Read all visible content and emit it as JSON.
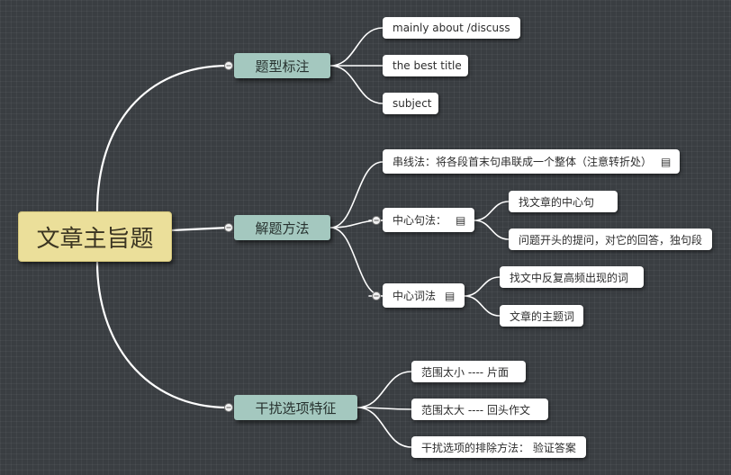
{
  "colors": {
    "background": "#3a3e42",
    "edge": "#ffffff",
    "root_fill": "#ebdf9a",
    "main_fill": "#a4c8bf",
    "sub_fill": "#ffffff"
  },
  "icons": {
    "note": "note-icon",
    "collapse": "collapse-toggle-icon"
  },
  "mindmap": {
    "root": {
      "label": "文章主旨题"
    },
    "branches": [
      {
        "label": "题型标注",
        "children": [
          {
            "label": "mainly about /discuss",
            "children": []
          },
          {
            "label": "the best title",
            "children": []
          },
          {
            "label": "subject",
            "children": []
          }
        ]
      },
      {
        "label": "解题方法",
        "children": [
          {
            "label": "串线法：将各段首末句串联成一个整体（注意转折处）",
            "note": true,
            "children": []
          },
          {
            "label": "中心句法：",
            "note": true,
            "children": [
              {
                "label": "找文章的中心句",
                "children": []
              },
              {
                "label": "问题开头的提问，对它的回答，独句段",
                "children": []
              }
            ]
          },
          {
            "label": "中心词法",
            "note": true,
            "children": [
              {
                "label": "找文中反复高频出现的词",
                "children": []
              },
              {
                "label": "文章的主题词",
                "children": []
              }
            ]
          }
        ]
      },
      {
        "label": "干扰选项特征",
        "children": [
          {
            "label": "范围太小 ---- 片面",
            "children": []
          },
          {
            "label": "范围太大 ---- 回头作文",
            "children": []
          },
          {
            "label": "干扰选项的排除方法： 验证答案",
            "children": []
          }
        ]
      }
    ]
  }
}
